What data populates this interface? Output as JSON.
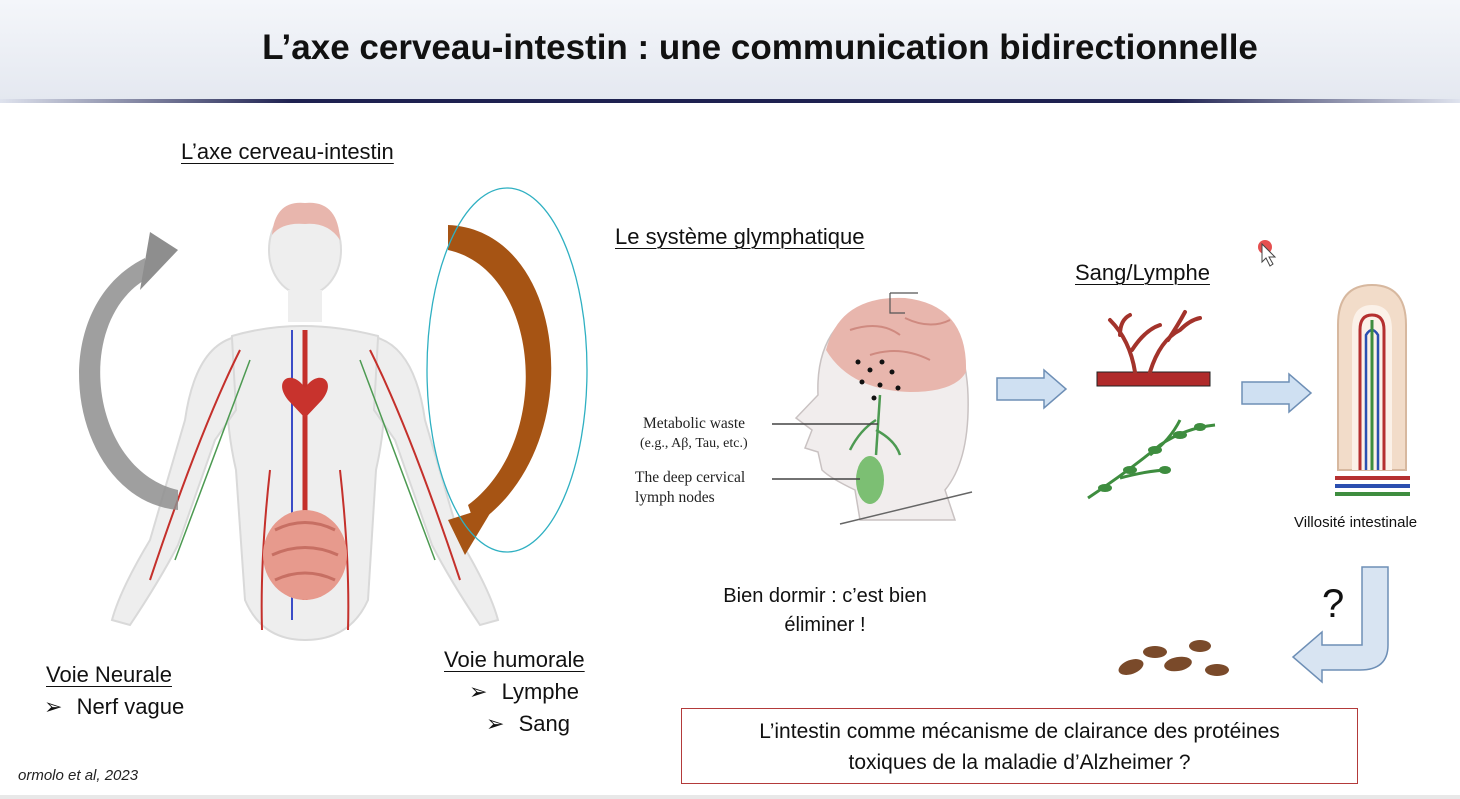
{
  "slide": {
    "title": "L’axe cerveau-intestin : une communication bidirectionnelle",
    "left_panel": {
      "heading": "L’axe cerveau-intestin",
      "neural": {
        "title": "Voie Neurale",
        "items": [
          "Nerf vague"
        ]
      },
      "humoral": {
        "title": "Voie humorale",
        "items": [
          "Lymphe",
          "Sang"
        ]
      },
      "citation": "ormolo et al, 2023"
    },
    "glymphatic": {
      "heading": "Le système glymphatique",
      "label_waste_1": "Metabolic waste",
      "label_waste_2": "(e.g., Aβ, Tau, etc.)",
      "label_nodes_1": "The deep cervical",
      "label_nodes_2": "lymph nodes",
      "sleep_line1": "Bien dormir : c’est bien",
      "sleep_line2": "éliminer !"
    },
    "blood_lymph_heading": "Sang/Lymphe",
    "villus_label": "Villosité intestinale",
    "question_mark": "?",
    "question_line1": "L’intestin comme mécanisme de clairance des protéines",
    "question_line2": "toxiques de la maladie d’Alzheimer ?",
    "bullet_glyph": "➢",
    "colors": {
      "gray_arrow": "#8e8e8e",
      "brown_arrow": "#a65414",
      "flow_arrow": "#cfe0f2",
      "box_border": "#b33a3a",
      "header_line": "#1e2150"
    }
  }
}
